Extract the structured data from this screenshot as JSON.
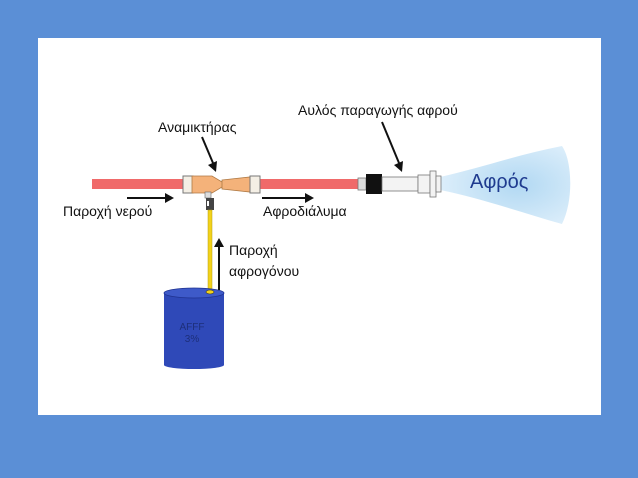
{
  "labels": {
    "mixer": "Αναμικτήρας",
    "nozzle": "Αυλός παραγωγής αφρού",
    "water_supply": "Παροχή νερού",
    "foam_solution": "Αφροδιάλυμα",
    "concentrate_supply_line1": "Παροχή",
    "concentrate_supply_line2": "αφρογόνου",
    "foam": "Αφρός"
  },
  "tank": {
    "name": "AFFF",
    "percent": "3%"
  },
  "colors": {
    "background": "#5b8fd6",
    "panel": "#ffffff",
    "hose": "#f06a6a",
    "mixer": "#f4b27a",
    "concentrate_line": "#f2d21a",
    "tank": "#2f49b8",
    "foam": "#bfe0f5"
  }
}
